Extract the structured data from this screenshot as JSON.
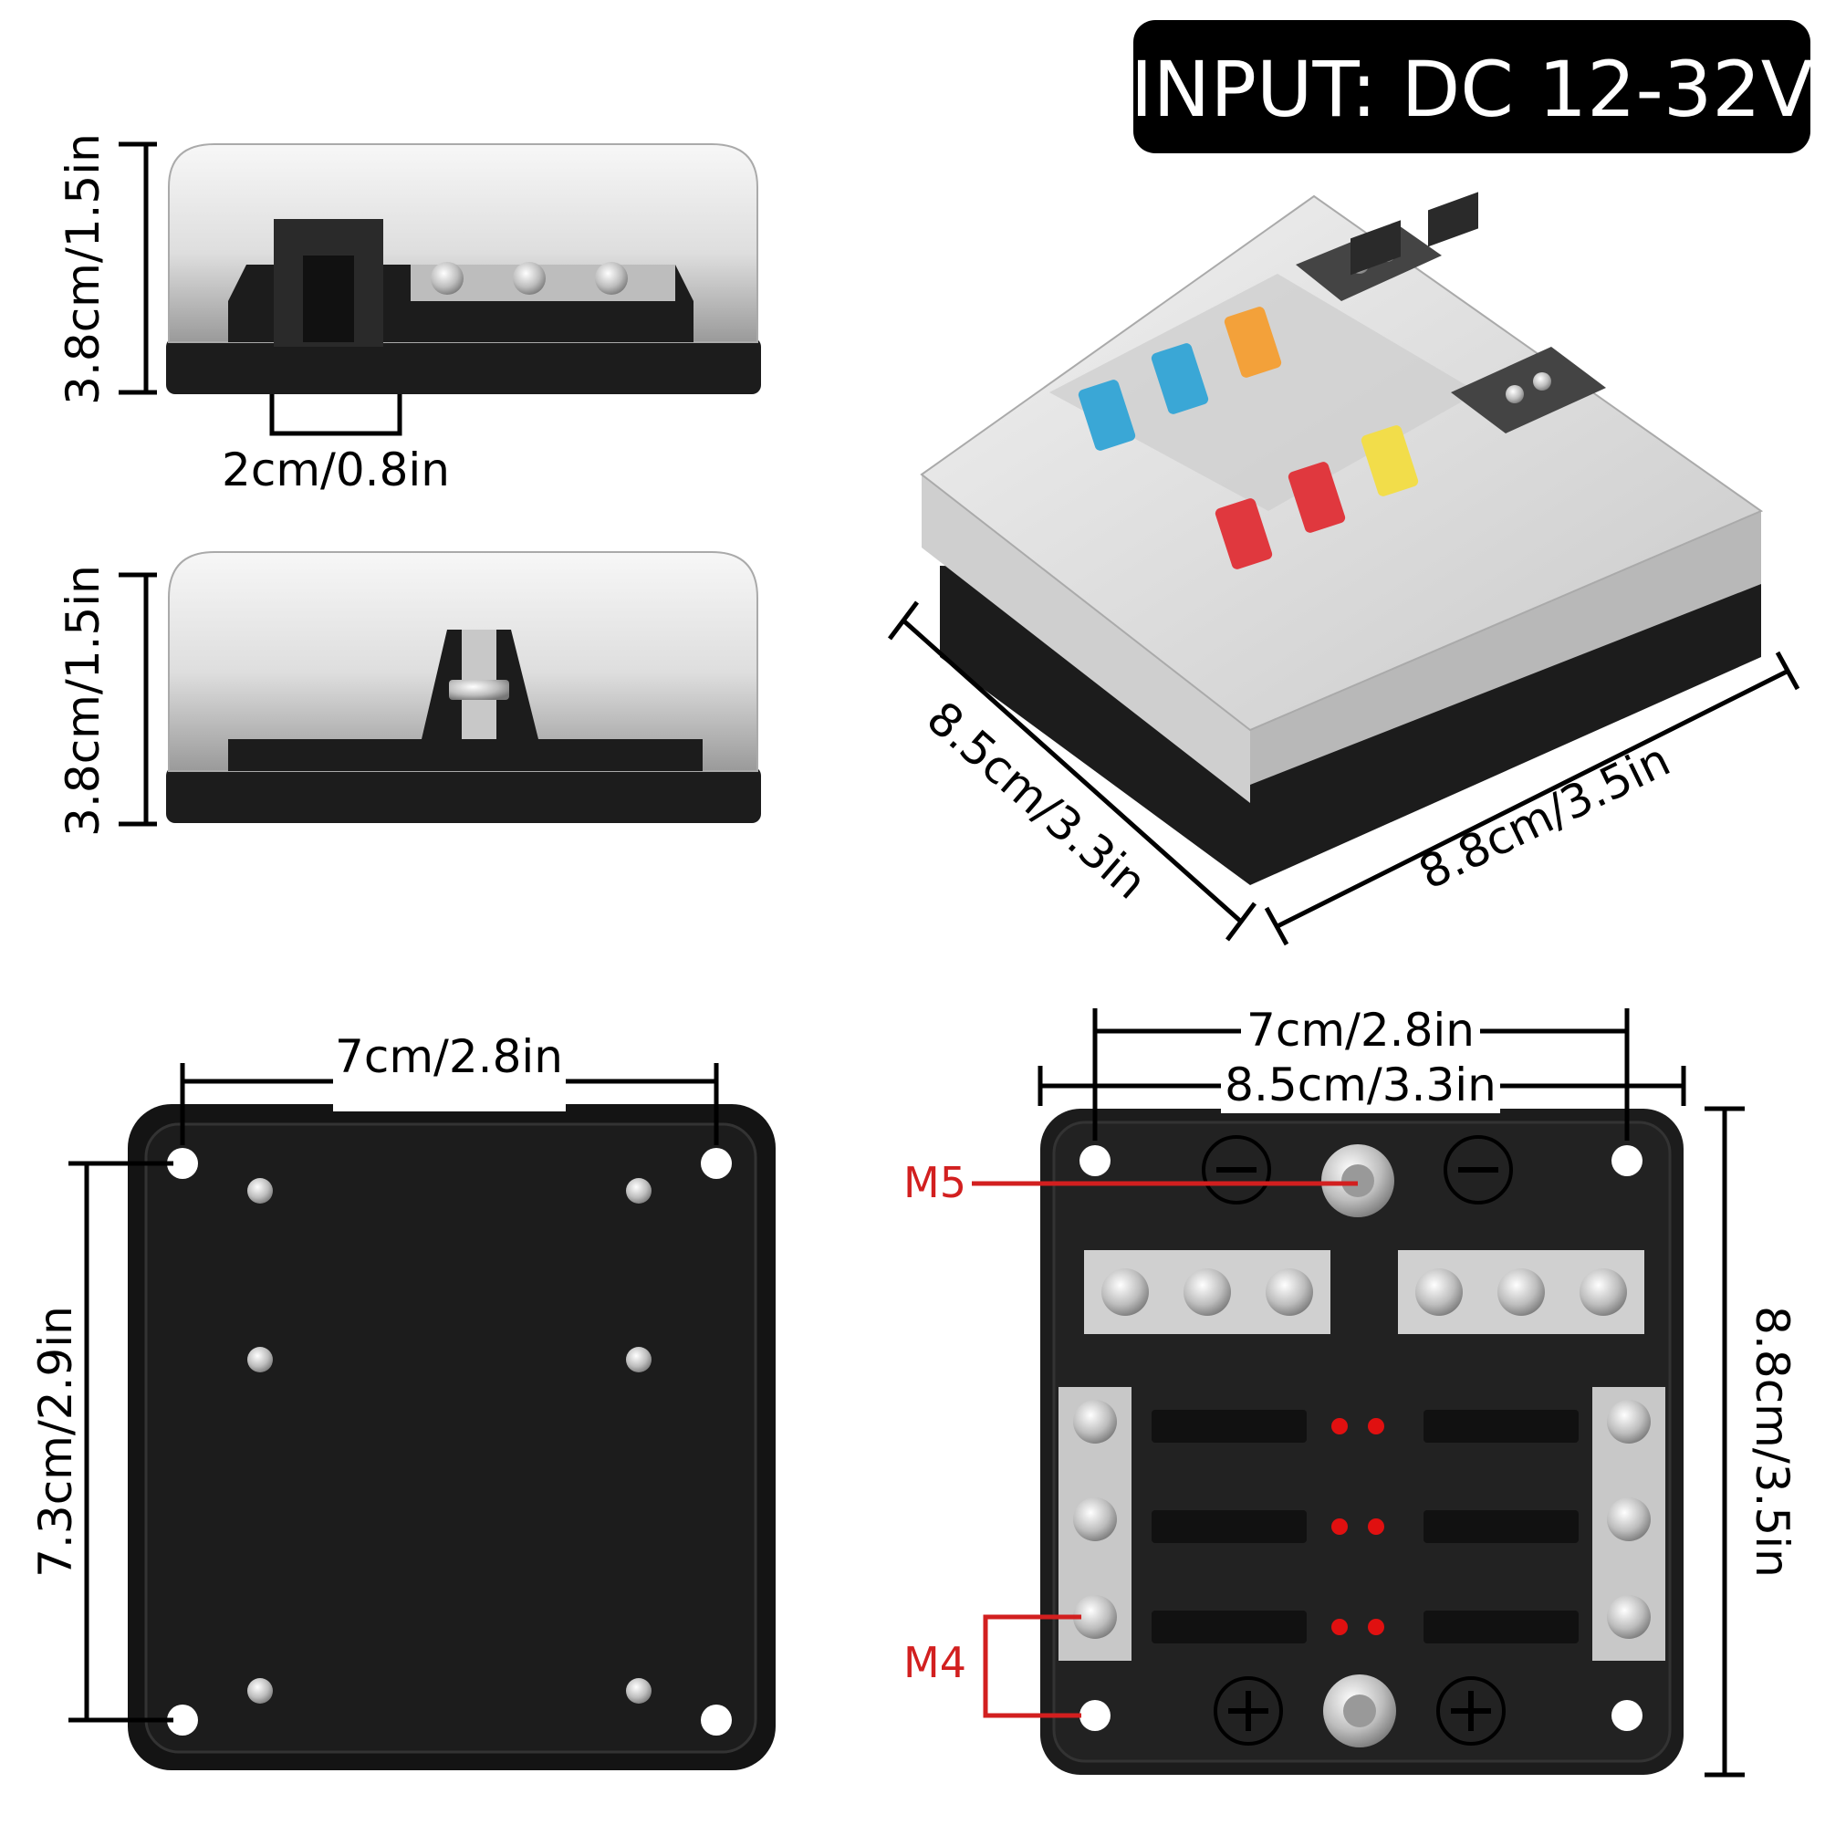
{
  "badge": {
    "text": "INPUT: DC 12-32V"
  },
  "dimensions": {
    "side_top_height": "3.8cm/1.5in",
    "side_top_slot_width": "2cm/0.8in",
    "side_bottom_height": "3.8cm/1.5in",
    "iso_depth": "8.5cm/3.3in",
    "iso_width": "8.8cm/3.5in",
    "bottom_hole_spacing_width": "7cm/2.8in",
    "bottom_hole_spacing_height": "7.3cm/2.9in",
    "top_hole_spacing_width": "7cm/2.8in",
    "top_overall_width": "8.5cm/3.3in",
    "top_overall_height": "8.8cm/3.5in"
  },
  "callouts": {
    "stud": "M5",
    "screw": "M4"
  },
  "colors": {
    "housing": "#1c1c1c",
    "cover": "#e6e6e6",
    "metal": "#c8c8c8",
    "callout_red": "#d21f1f",
    "fuse_blue": "#3aa7d6",
    "fuse_orange": "#f3a13a",
    "fuse_red": "#e0383e",
    "fuse_yellow": "#f2dd4a",
    "led_red": "#e01010"
  }
}
